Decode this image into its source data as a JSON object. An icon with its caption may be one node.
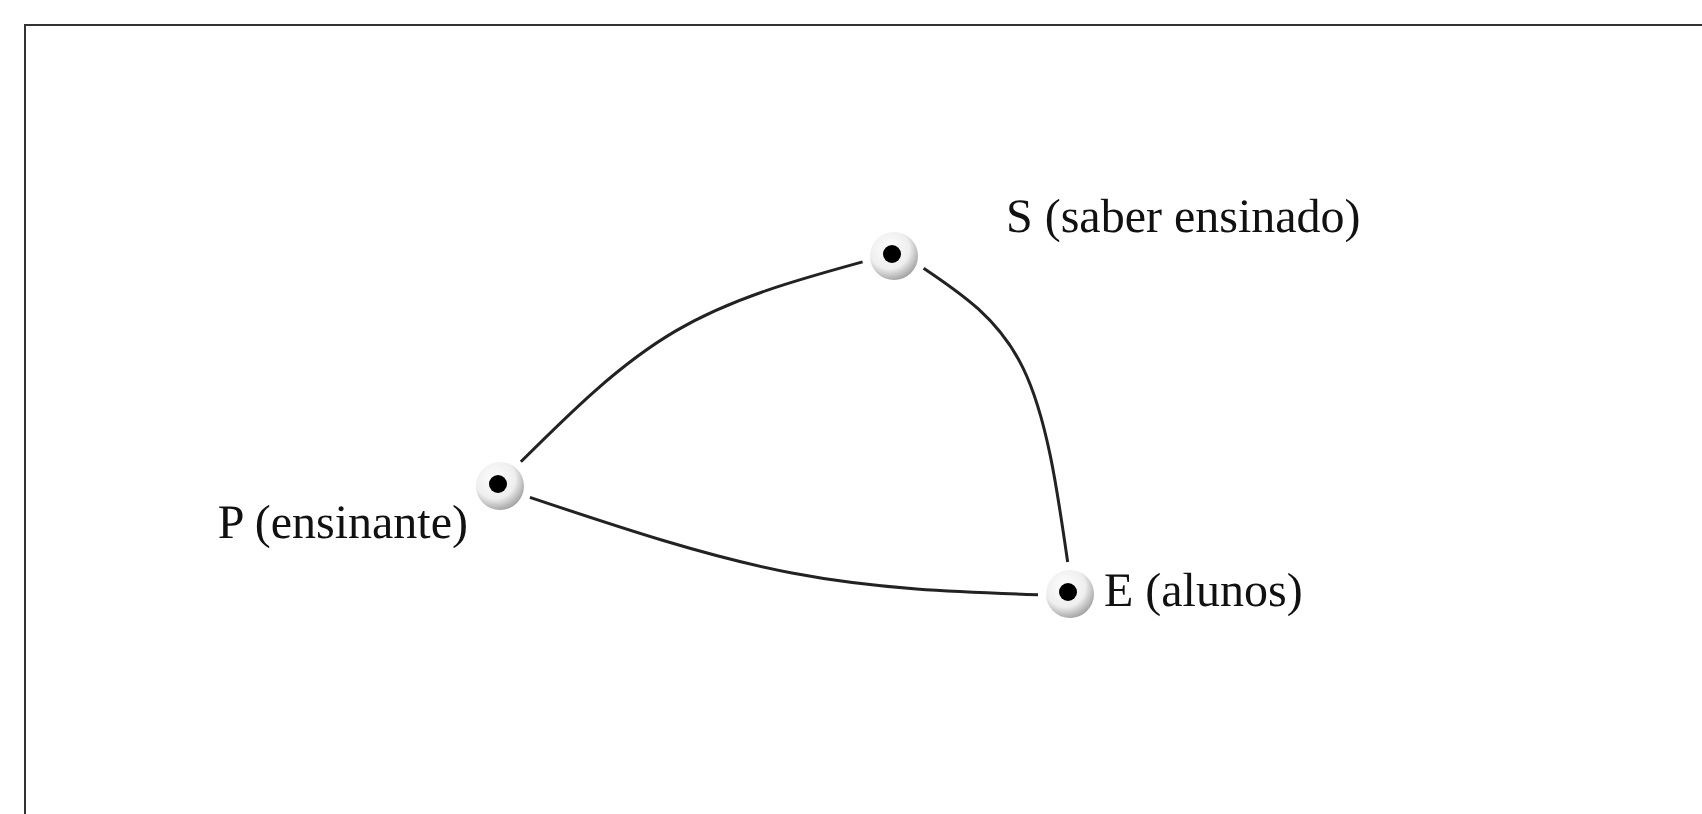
{
  "diagram": {
    "nodes": [
      {
        "text": [],
        "shape": "circle",
        "beside": [
          "S (saber ensinado)"
        ]
      },
      {
        "text": [],
        "shape": "circle",
        "beside": [
          "P (ensinante)"
        ]
      },
      {
        "text": [],
        "shape": "circle",
        "beside": [
          "E (alunos)"
        ]
      }
    ],
    "edges": [
      {
        "from": 1,
        "to": 0,
        "arrow": "none"
      },
      {
        "from": 0,
        "to": 2,
        "arrow": "none"
      },
      {
        "from": 1,
        "to": 2,
        "arrow": "none"
      }
    ]
  }
}
